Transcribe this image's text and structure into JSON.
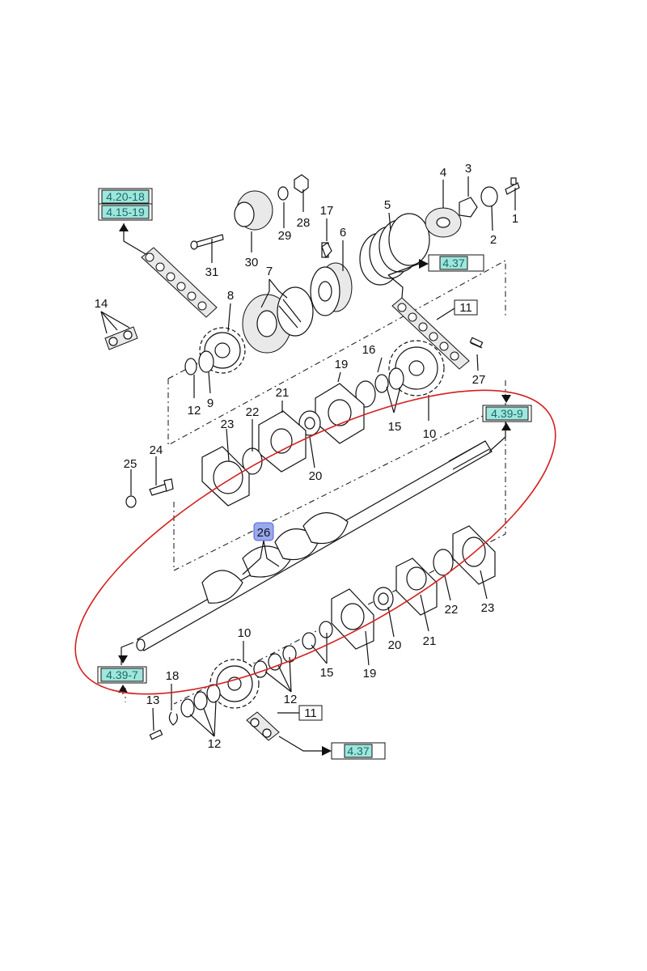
{
  "references": [
    {
      "id": "ref-4-20-18",
      "label": "4.20-18"
    },
    {
      "id": "ref-4-15-19",
      "label": "4.15-19"
    },
    {
      "id": "ref-4-37-top",
      "label": "4.37"
    },
    {
      "id": "ref-4-39-9",
      "label": "4.39-9"
    },
    {
      "id": "ref-4-39-7",
      "label": "4.39-7"
    },
    {
      "id": "ref-4-37-bottom",
      "label": "4.37"
    }
  ],
  "callouts": {
    "c1": "1",
    "c2": "2",
    "c3": "3",
    "c4": "4",
    "c5": "5",
    "c6": "6",
    "c7": "7",
    "c8": "8",
    "c9": "9",
    "c10a": "10",
    "c10b": "10",
    "c11a": "11",
    "c11b": "11",
    "c12a": "12",
    "c12b": "12",
    "c12c": "12",
    "c13": "13",
    "c14": "14",
    "c15a": "15",
    "c15b": "15",
    "c16": "16",
    "c17": "17",
    "c18": "18",
    "c19a": "19",
    "c19b": "19",
    "c20a": "20",
    "c20b": "20",
    "c21a": "21",
    "c21b": "21",
    "c22a": "22",
    "c22b": "22",
    "c23a": "23",
    "c23b": "23",
    "c24": "24",
    "c25": "25",
    "c26": "26",
    "c27": "27",
    "c28": "28",
    "c29": "29",
    "c30": "30",
    "c31": "31"
  },
  "highlight": {
    "callout": "26",
    "color": "#9aa8f0"
  },
  "colors": {
    "reference_fill": "#9fe6dc",
    "selection_ellipse": "#d42020",
    "line": "#111111"
  }
}
